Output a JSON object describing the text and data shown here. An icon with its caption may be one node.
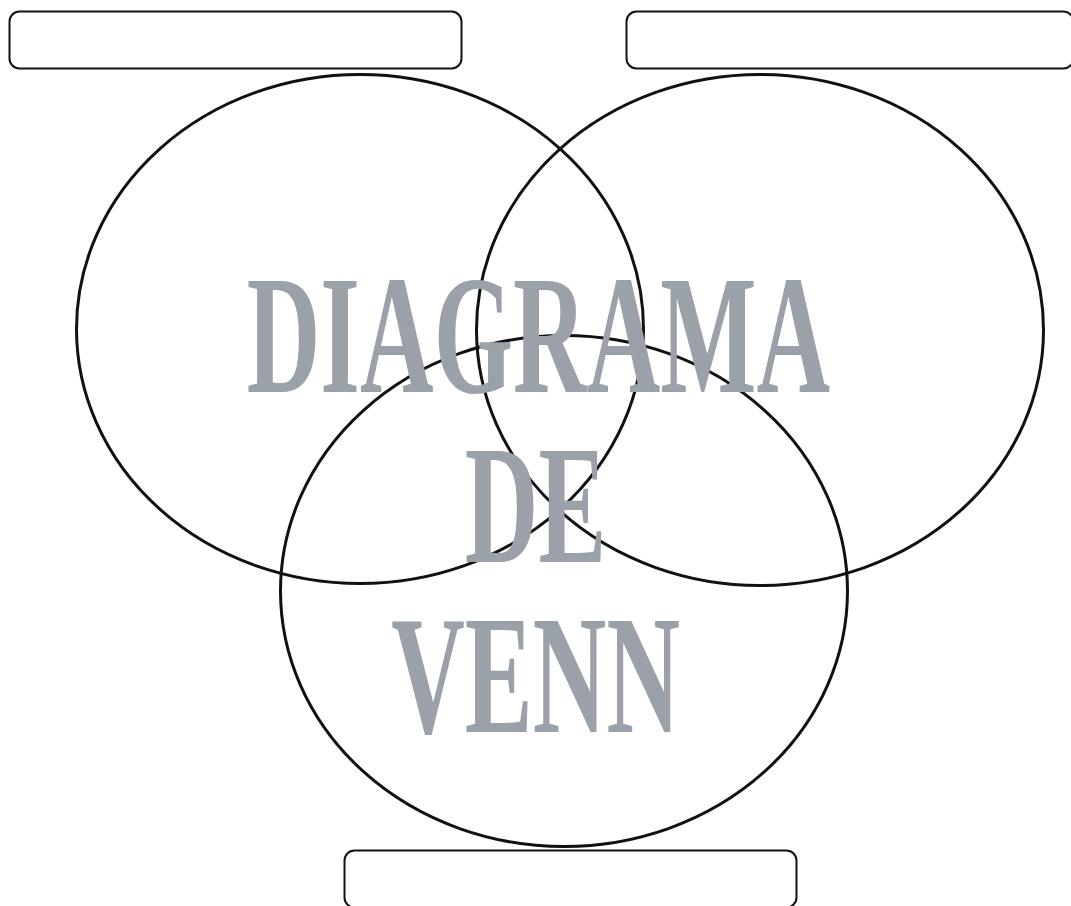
{
  "diagram": {
    "title": "DIAGRAMA DE VENN",
    "nodes": [
      {
        "text": [],
        "shape": "box"
      },
      {
        "text": [],
        "shape": "box"
      },
      {
        "text": [],
        "shape": "circle"
      },
      {
        "text": [],
        "shape": "circle"
      },
      {
        "text": [],
        "shape": "circle"
      },
      {
        "text": [],
        "shape": "box"
      }
    ]
  }
}
